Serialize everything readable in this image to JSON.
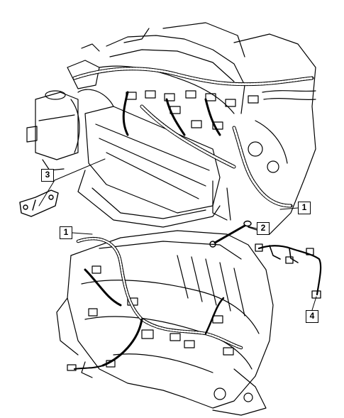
{
  "callouts": {
    "wiring_harness_engine": "1",
    "ground_strap": "2",
    "bracket": "3",
    "wiring_harness_transmission": "1",
    "oxygen_sensor_harness": "4"
  },
  "colors": {
    "line": "#000000",
    "background": "#ffffff"
  }
}
